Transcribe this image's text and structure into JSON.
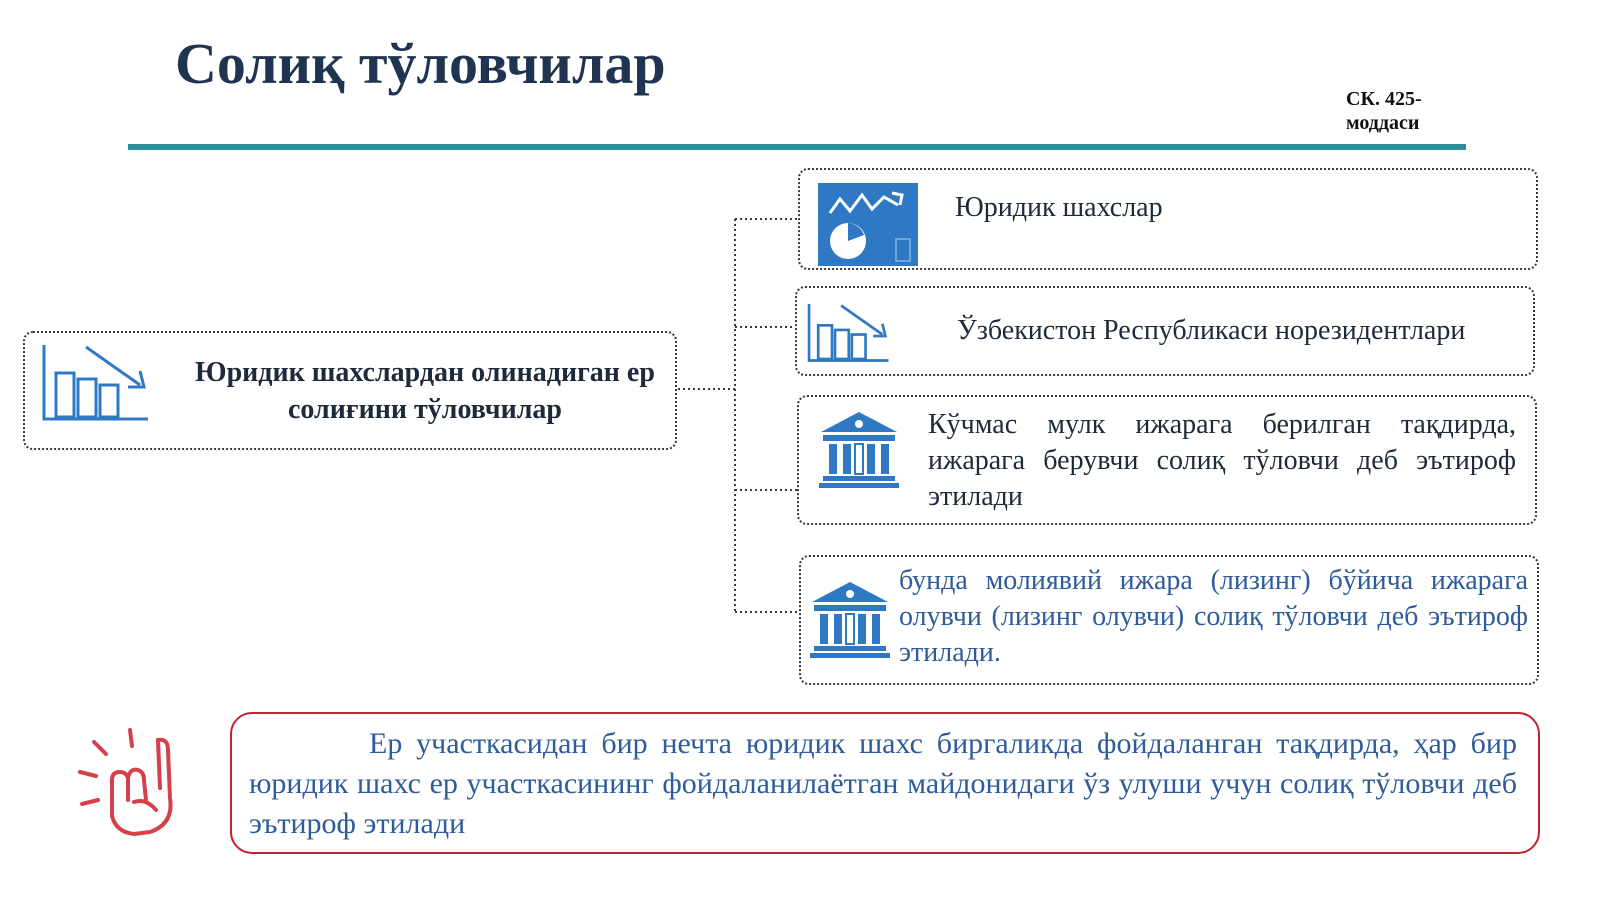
{
  "header": {
    "title": "Солиқ тўловчилар",
    "article_ref": "СК. 425-моддаси"
  },
  "main": {
    "label": "Юридик шахслардан олинадиган ер солиғини тўловчилар",
    "icon": "bar-chart-down-icon"
  },
  "items": [
    {
      "text": "Юридик шахслар",
      "icon": "analytics-chart-icon"
    },
    {
      "text": "Ўзбекистон Республикаси норезидентлари",
      "icon": "bar-chart-down-icon"
    },
    {
      "text": "Кўчмас мулк ижарага берилган тақдирда, ижарага берувчи солиқ тўловчи деб эътироф этилади",
      "icon": "bank-building-icon"
    },
    {
      "text": "бунда молиявий ижара (лизинг) бўйича ижарага олувчи (лизинг олувчи) солиқ тўловчи деб эътироф этилади.",
      "icon": "bank-building-icon"
    }
  ],
  "note": {
    "text": "Ер участкасидан бир нечта юридик шахс биргаликда фойдаланган тақдирда, ҳар бир юридик шахс ер участкасининг фойдаланилаётган майдонидаги ўз улуши учун солиқ тўловчи деб эътироф этилади",
    "icon": "pointing-hand-icon"
  },
  "colors": {
    "title": "#1f3450",
    "rule": "#2d8e9f",
    "icon_blue": "#2f78c4",
    "note_border": "#c3222e",
    "blue_text": "#2e5b9a"
  }
}
